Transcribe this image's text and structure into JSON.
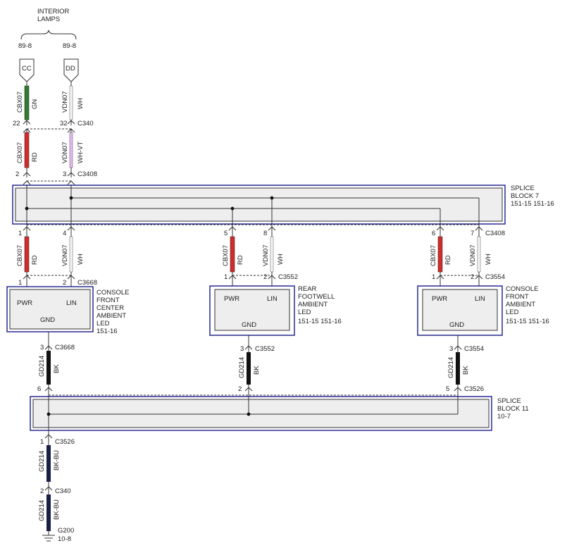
{
  "header": {
    "line1": "INTERIOR",
    "line2": "LAMPS"
  },
  "top_refs": {
    "left": "89-8",
    "right": "89-8"
  },
  "top_terminals": {
    "left": "CC",
    "right": "DD"
  },
  "wires": {
    "cbx07": "CBX07",
    "vdn07": "VDN07",
    "gd214": "GD214",
    "gn": "GN",
    "wh": "WH",
    "rd": "RD",
    "whvt": "WH-VT",
    "bk": "BK",
    "bkbu": "BK-BU"
  },
  "connectors": {
    "c340": "C340",
    "c3408": "C3408",
    "c3668": "C3668",
    "c3552": "C3552",
    "c3554": "C3554",
    "c3526": "C3526",
    "g200": "G200"
  },
  "pins": {
    "p1": "1",
    "p2": "2",
    "p3": "3",
    "p4": "4",
    "p5": "5",
    "p6": "6",
    "p7": "7",
    "p8": "8",
    "p22": "22",
    "p32": "32"
  },
  "splice7": {
    "line1": "SPLICE",
    "line2": "BLOCK 7",
    "ref": "151-15  151-16"
  },
  "splice11": {
    "line1": "SPLICE",
    "line2": "BLOCK 11",
    "ref": "10-7"
  },
  "module_pins": {
    "pwr": "PWR",
    "lin": "LIN",
    "gnd": "GND"
  },
  "module1": {
    "l1": "CONSOLE",
    "l2": "FRONT",
    "l3": "CENTER",
    "l4": "AMBIENT",
    "l5": "LED",
    "ref": "151-16"
  },
  "module2": {
    "l1": "REAR",
    "l2": "FOOTWELL",
    "l3": "AMBIENT",
    "l4": "LED",
    "ref": "151-15  151-16"
  },
  "module3": {
    "l1": "CONSOLE",
    "l2": "FRONT",
    "l3": "AMBIENT",
    "l4": "LED",
    "ref": "151-15  151-16"
  },
  "ground_ref": "10-8",
  "colors": {
    "green": "#2e7d2e",
    "red": "#d42a2a",
    "white": "#f6f6f6",
    "whvt": "#e8b8f0",
    "black": "#111111",
    "bkbu": "#1a1f4a",
    "outline": "#1b1b8a"
  }
}
